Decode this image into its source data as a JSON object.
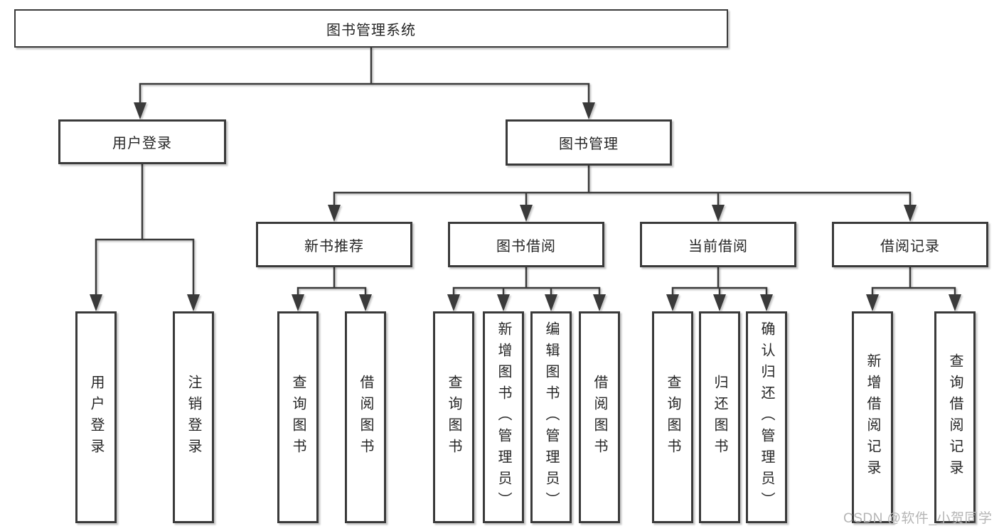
{
  "diagram": {
    "root": {
      "label": "图书管理系统"
    },
    "branches": [
      {
        "label": "用户登录",
        "children": [
          {
            "label": "用户登录"
          },
          {
            "label": "注销登录"
          }
        ]
      },
      {
        "label": "图书管理",
        "groups": [
          {
            "label": "新书推荐",
            "children": [
              {
                "label": "查询图书"
              },
              {
                "label": "借阅图书"
              }
            ]
          },
          {
            "label": "图书借阅",
            "children": [
              {
                "label": "查询图书"
              },
              {
                "label": "新增图书（管理员）"
              },
              {
                "label": "编辑图书（管理员）"
              },
              {
                "label": "借阅图书"
              }
            ]
          },
          {
            "label": "当前借阅",
            "children": [
              {
                "label": "查询图书"
              },
              {
                "label": "归还图书"
              },
              {
                "label": "确认归还（管理员）"
              }
            ]
          },
          {
            "label": "借阅记录",
            "children": [
              {
                "label": "新增借阅记录"
              },
              {
                "label": "查询借阅记录"
              }
            ]
          }
        ]
      }
    ]
  },
  "watermark": {
    "text": "CSDN @软件_小贺同学"
  },
  "colors": {
    "line": "#3a3a3a",
    "box_border": "#3a3a3a",
    "box_fill": "#ffffff",
    "text": "#262626",
    "watermark": "#b5b5b5",
    "background": "#ffffff"
  }
}
